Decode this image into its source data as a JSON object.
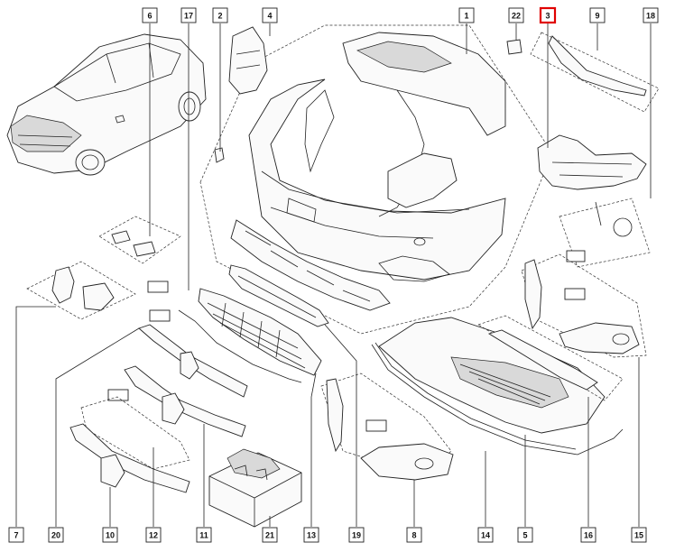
{
  "diagram": {
    "callouts": [
      {
        "id": "c6",
        "label": "6"
      },
      {
        "id": "c17",
        "label": "17"
      },
      {
        "id": "c2",
        "label": "2"
      },
      {
        "id": "c4",
        "label": "4"
      },
      {
        "id": "c1",
        "label": "1"
      },
      {
        "id": "c22",
        "label": "22"
      },
      {
        "id": "c3",
        "label": "3",
        "highlighted": true
      },
      {
        "id": "c9",
        "label": "9"
      },
      {
        "id": "c18",
        "label": "18"
      },
      {
        "id": "c7",
        "label": "7"
      },
      {
        "id": "c20",
        "label": "20"
      },
      {
        "id": "c10",
        "label": "10"
      },
      {
        "id": "c12",
        "label": "12"
      },
      {
        "id": "c11",
        "label": "11"
      },
      {
        "id": "c21",
        "label": "21"
      },
      {
        "id": "c13",
        "label": "13"
      },
      {
        "id": "c19",
        "label": "19"
      },
      {
        "id": "c8",
        "label": "8"
      },
      {
        "id": "c14",
        "label": "14"
      },
      {
        "id": "c5",
        "label": "5"
      },
      {
        "id": "c16",
        "label": "16"
      },
      {
        "id": "c15",
        "label": "15"
      }
    ],
    "highlight_color": "#e00000",
    "line_color": "#222222"
  }
}
